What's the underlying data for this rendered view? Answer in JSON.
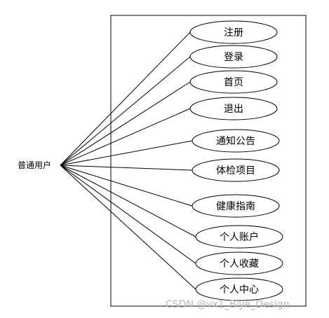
{
  "actor": {
    "label": "普通用户"
  },
  "use_cases": [
    {
      "label": "注册"
    },
    {
      "label": "登录"
    },
    {
      "label": "首页"
    },
    {
      "label": "退出"
    },
    {
      "label": "通知公告"
    },
    {
      "label": "体检项目"
    },
    {
      "label": "健康指南"
    },
    {
      "label": "个人账户"
    },
    {
      "label": "个人收藏"
    },
    {
      "label": "个人中心"
    }
  ],
  "watermark": "CSDN @vx1_Biye_Design",
  "colors": {
    "line": "#000000",
    "background": "#ffffff",
    "watermark": "#b8b8b8"
  }
}
